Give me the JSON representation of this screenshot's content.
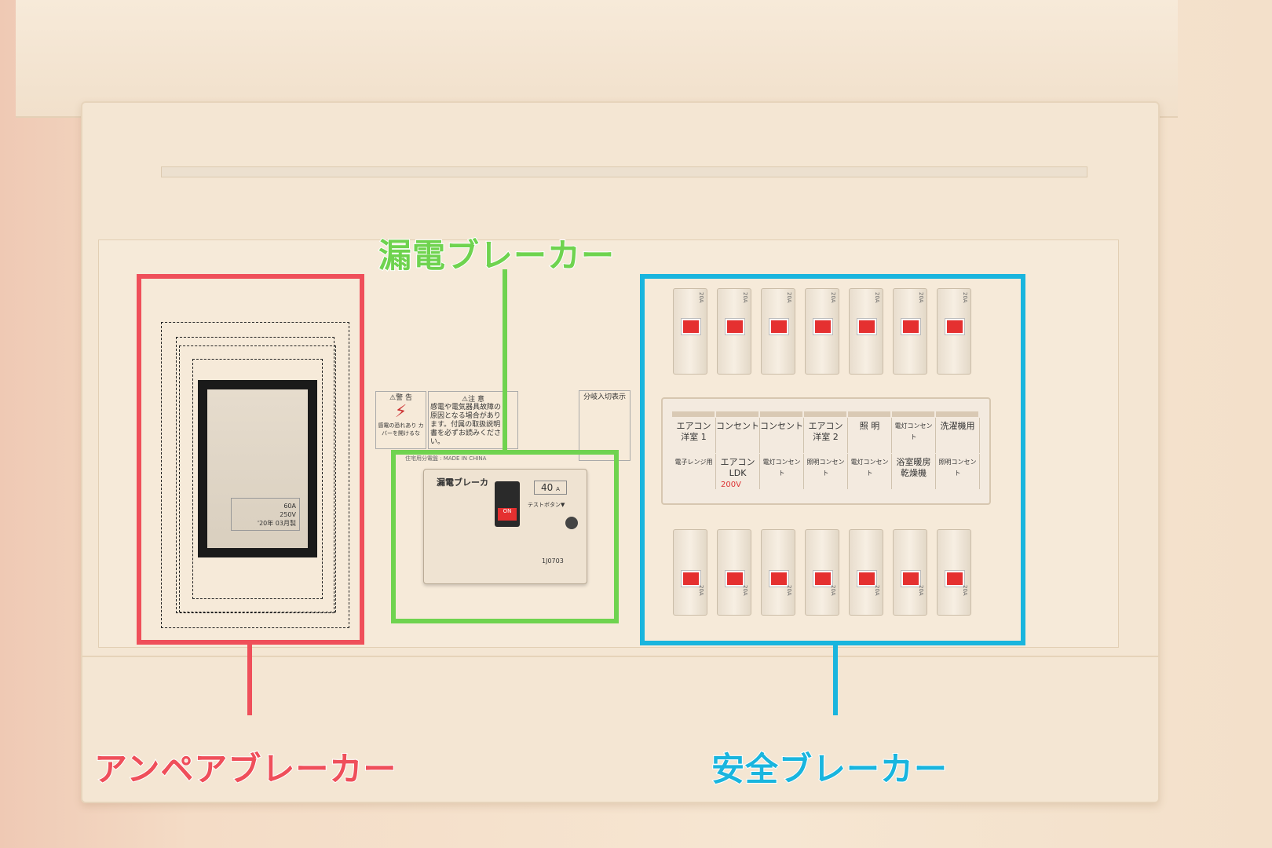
{
  "callouts": {
    "ampere": {
      "label": "アンペアブレーカー",
      "color": "#ef4f5a"
    },
    "leakage": {
      "label": "漏電ブレーカー",
      "color": "#6fd34f"
    },
    "safety": {
      "label": "安全ブレーカー",
      "color": "#19b5de"
    }
  },
  "ampere_breaker": {
    "rating": "60A",
    "voltage": "250V",
    "date": "'20年 03月製"
  },
  "labels": {
    "warning": "⚠警 告",
    "warning_text": "感電の恐れあり カバーを開けるな",
    "caution": "⚠注 意",
    "caution_text": "感電や電気器具故障の原因となる場合があります。付属の取扱説明書を必ずお読みください。",
    "branch_indicator": "分岐入切表示",
    "made_in": "住宅用分電盤 : MADE IN CHINA"
  },
  "leakage_breaker": {
    "title": "漏電ブレーカ",
    "switch": "ON",
    "rated_current": "40",
    "unit": "A",
    "test_button": "テストボタン▼",
    "code": "1J0703"
  },
  "safety_breakers": {
    "rating": "20A",
    "top_row": [
      "エアコン 洋室 1",
      "コンセント",
      "コンセント",
      "エアコン 洋室 2",
      "照 明",
      "電灯コンセント",
      "洗濯機用"
    ],
    "bottom_row": [
      "電子レンジ用",
      "エアコン LDK",
      "電灯コンセント",
      "照明コンセント",
      "電灯コンセント",
      "浴室暖房 乾燥機",
      "照明コンセント"
    ],
    "note_200v": "200V"
  }
}
